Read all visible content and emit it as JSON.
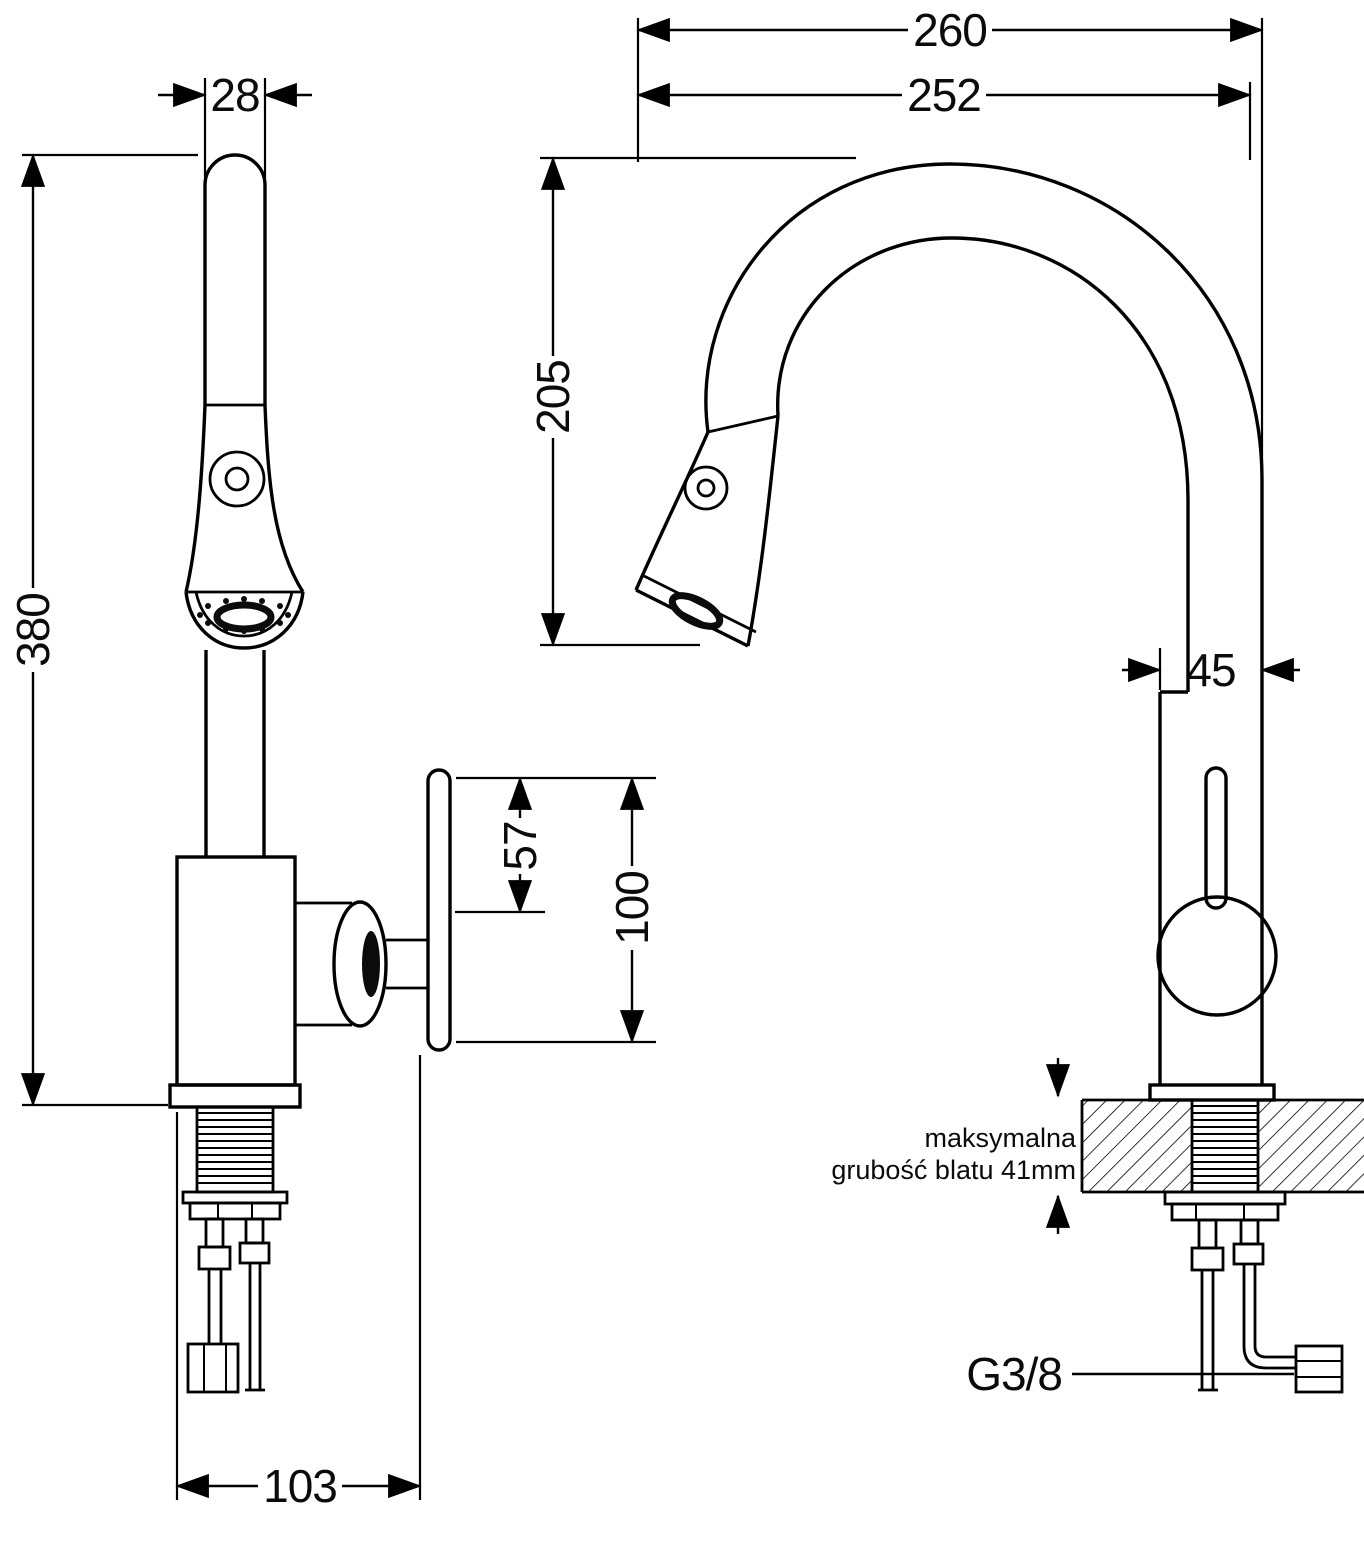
{
  "front_view": {
    "dim_spout_width": "28",
    "dim_total_height": "380",
    "dim_handle_top_offset": "57",
    "dim_handle_height": "100",
    "dim_base_reach": "103"
  },
  "side_view": {
    "dim_overall_reach": "260",
    "dim_spout_reach": "252",
    "dim_spout_height": "205",
    "dim_body_diameter": "45",
    "dim_connection_thread": "G3/8",
    "counter_note_line1": "maksymalna",
    "counter_note_line2": "grubość blatu 41mm"
  }
}
